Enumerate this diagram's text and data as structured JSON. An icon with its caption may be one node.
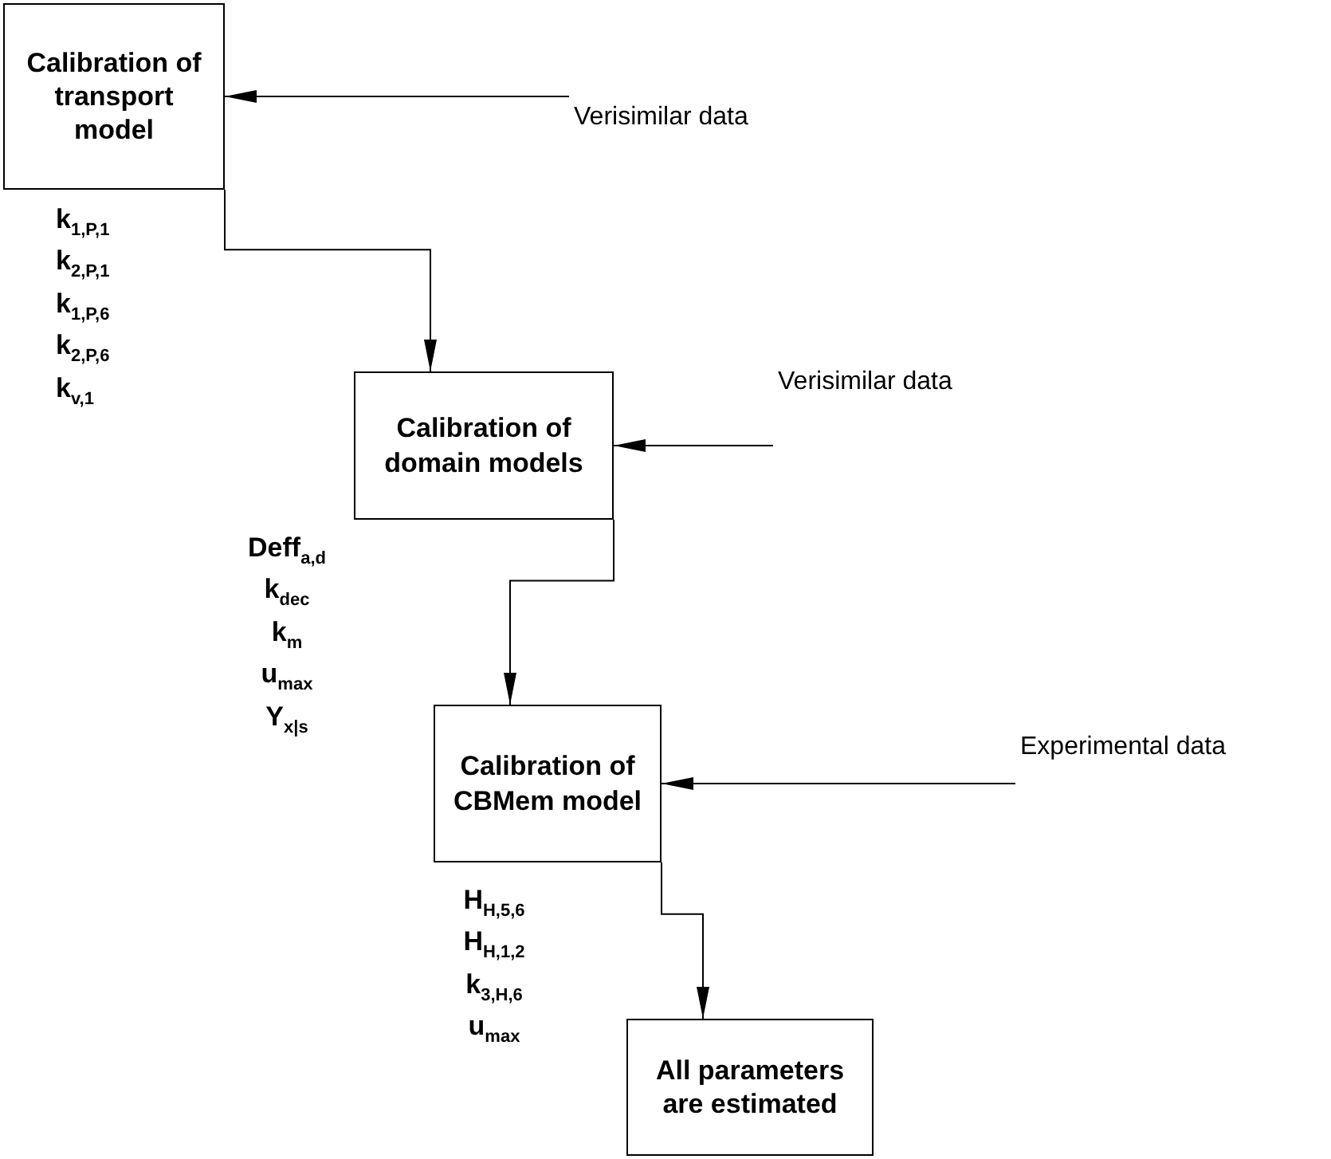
{
  "diagram": {
    "nodes": [
      {
        "text": [
          "Calibration of transport model"
        ],
        "beside": [
          "k$_{1,P,1}$",
          "k$_{2,P,1}$",
          "k$_{1,P,6}$",
          "k$_{2,P,6}$",
          "k$_{v,1}$"
        ]
      },
      {
        "text": [
          "Calibration of domain models"
        ],
        "beside": [
          "Deff$_{a,d}$",
          "k$_{dec}$",
          "k$_{m}$",
          "u$_{max}$",
          "Y$_{x|s}$"
        ]
      },
      {
        "text": [
          "Calibration of CBMem model"
        ],
        "beside": [
          "H$_{H,5,6}$",
          "H$_{H,1,2}$",
          "k$_{3,H,6}$",
          "u$_{max}$"
        ]
      },
      {
        "text": [
          "All parameters are estimated"
        ]
      },
      {
        "text": [
          "Verisimilar data"
        ]
      },
      {
        "text": [
          "Verisimilar data"
        ]
      },
      {
        "text": [
          "Experimental data"
        ]
      }
    ],
    "edges": [
      {
        "from": 0,
        "to": 1,
        "arrow": "to"
      },
      {
        "from": 1,
        "to": 2,
        "arrow": "to"
      },
      {
        "from": 2,
        "to": 3,
        "arrow": "to"
      },
      {
        "from": 4,
        "to": 0,
        "arrow": "to"
      },
      {
        "from": 5,
        "to": 1,
        "arrow": "to"
      },
      {
        "from": 6,
        "to": 2,
        "arrow": "to"
      }
    ]
  }
}
